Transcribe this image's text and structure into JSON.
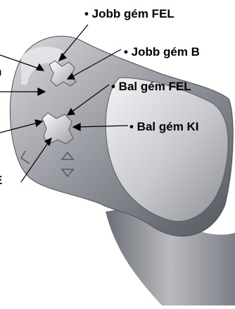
{
  "labels": {
    "jobb_gem_fel": "• Jobb gém FEL",
    "jobb_gem_be": "• Jobb gém B",
    "bal_gem_fel": "• Bal gém FEL",
    "bal_gem_ki": "• Bal gém KI",
    "left_upper": "n",
    "left_lower": "E"
  },
  "colors": {
    "body_dark": "#5f6269",
    "body_light": "#e3e4e8",
    "grip_face": "#c9cacf",
    "arrow": "#000000"
  }
}
